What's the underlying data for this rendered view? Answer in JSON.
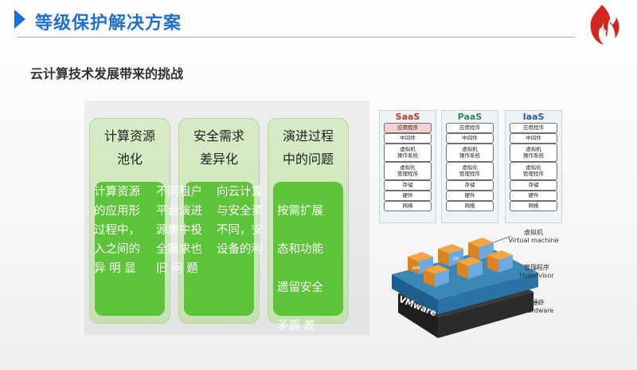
{
  "header": {
    "title": "等级保护解决方案"
  },
  "subtitle": "云计算技术发展带来的挑战",
  "cards": [
    {
      "title": "计算资源\n池化",
      "body": "计算资源\n的应用形\n过程中，\n入之间的\n异 明 显"
    },
    {
      "title": "安全需求\n差异化",
      "body": "不同租户\n平台演进\n源集中投\n全需求也\n旧 问 题"
    },
    {
      "title": "演进过程\n中的问题",
      "body": "向云计算\n与安全资\n不同，安\n设备的利"
    }
  ],
  "card_tails": [
    "按需扩展",
    "态和功能",
    "遗留安全",
    "矛盾 差"
  ],
  "stack": {
    "columns": [
      {
        "head": "SaaS",
        "head_color": "#c0392b",
        "cells": [
          "应用程序",
          "中间件",
          "虚拟机\n操作系统",
          "虚拟化\n管理程序",
          "存储",
          "硬件",
          "网络"
        ],
        "highlight": [
          true,
          false,
          false,
          false,
          false,
          false,
          false
        ]
      },
      {
        "head": "PaaS",
        "head_color": "#2e8b57",
        "cells": [
          "应用程序",
          "中间件",
          "虚拟机\n操作系统",
          "虚拟化\n管理程序",
          "存储",
          "硬件",
          "网络"
        ],
        "highlight": [
          false,
          false,
          false,
          false,
          false,
          false,
          false
        ]
      },
      {
        "head": "IaaS",
        "head_color": "#2a5da8",
        "cells": [
          "应用程序",
          "中间件",
          "虚拟机\n操作系统",
          "虚拟化\n管理程序",
          "存储",
          "硬件",
          "网络"
        ],
        "highlight": [
          false,
          false,
          false,
          false,
          false,
          false,
          false
        ]
      }
    ]
  },
  "vm_diagram": {
    "vm_label": "虚拟机\nVirtual machine",
    "hypervisor_label": "管理程序\nHypervisor",
    "hardware_label": "硬件\nHardware",
    "brand": "VMware",
    "app_label": "APP",
    "os_label": "OS"
  }
}
